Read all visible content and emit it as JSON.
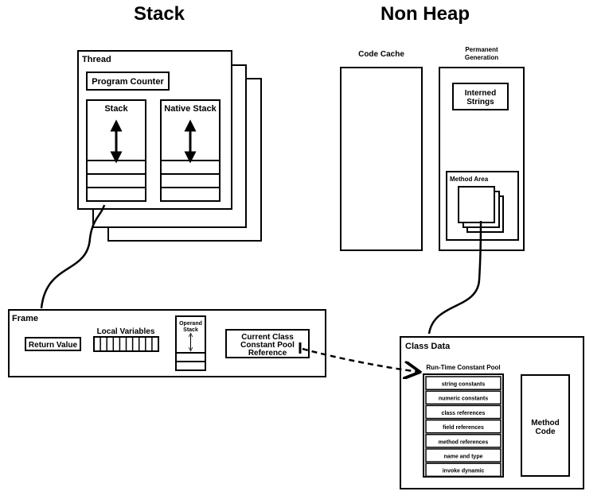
{
  "headings": {
    "stack": "Stack",
    "non_heap": "Non Heap"
  },
  "thread": {
    "title": "Thread",
    "program_counter": "Program Counter",
    "stack": "Stack",
    "native_stack": "Native Stack"
  },
  "non_heap": {
    "code_cache": "Code Cache",
    "permanent_generation_line1": "Permanent",
    "permanent_generation_line2": "Generation",
    "interned_strings_line1": "Interned",
    "interned_strings_line2": "Strings",
    "method_area": "Method Area"
  },
  "frame": {
    "title": "Frame",
    "return_value": "Return Value",
    "local_variables": "Local Variables",
    "operand_stack_line1": "Operand",
    "operand_stack_line2": "Stack",
    "ccpr_line1": "Current Class",
    "ccpr_line2": "Constant Pool",
    "ccpr_line3": "Reference"
  },
  "class_data": {
    "title": "Class Data",
    "runtime_constant_pool": "Run-Time Constant Pool",
    "pool_entries": [
      "string constants",
      "numeric constants",
      "class references",
      "field references",
      "method references",
      "name and type",
      "invoke dynamic"
    ],
    "method_code_line1": "Method",
    "method_code_line2": "Code"
  }
}
